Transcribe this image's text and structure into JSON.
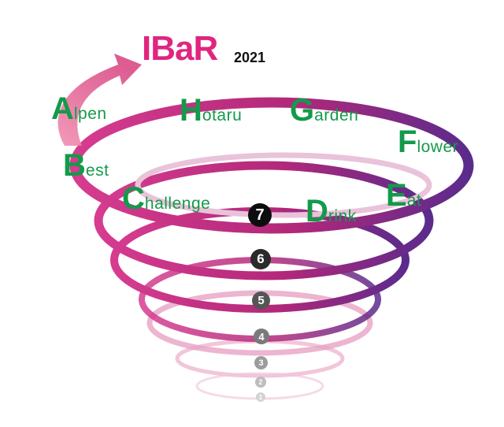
{
  "title": {
    "text": "IBaR",
    "year": "2021"
  },
  "colors": {
    "title": "#e0257f",
    "word": "#139a4a",
    "ring_start": "#d03c8c",
    "ring_end": "#5a2a8a"
  },
  "words": [
    {
      "cap": "A",
      "rest": "lpen"
    },
    {
      "cap": "B",
      "rest": "est"
    },
    {
      "cap": "C",
      "rest": "hallenge"
    },
    {
      "cap": "D",
      "rest": "rink"
    },
    {
      "cap": "E",
      "rest": "at"
    },
    {
      "cap": "F",
      "rest": "lower"
    },
    {
      "cap": "G",
      "rest": "arden"
    },
    {
      "cap": "H",
      "rest": "otaru"
    }
  ],
  "levels": [
    {
      "label": "7",
      "shade": "#0d0d0d"
    },
    {
      "label": "6",
      "shade": "#2a2a2a"
    },
    {
      "label": "5",
      "shade": "#555555"
    },
    {
      "label": "4",
      "shade": "#7a7a7a"
    },
    {
      "label": "3",
      "shade": "#9c9c9c"
    },
    {
      "label": "2",
      "shade": "#bdbdbd"
    },
    {
      "label": "1",
      "shade": "#d3d3d3"
    }
  ]
}
